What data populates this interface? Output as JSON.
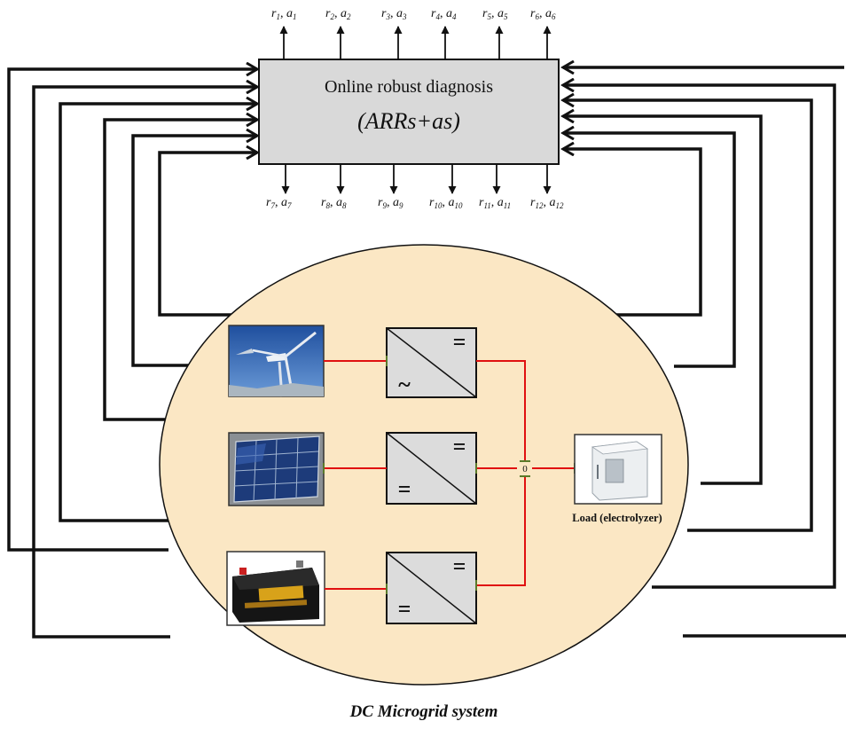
{
  "diagnosis_block": {
    "title": "Online robust diagnosis",
    "subtitle": "(ARRs+as)"
  },
  "output_signals_top": [
    {
      "r": "r",
      "ri": "1",
      "a": "a",
      "ai": "1"
    },
    {
      "r": "r",
      "ri": "2",
      "a": "a",
      "ai": "2"
    },
    {
      "r": "r",
      "ri": "3",
      "a": "a",
      "ai": "3"
    },
    {
      "r": "r",
      "ri": "4",
      "a": "a",
      "ai": "4"
    },
    {
      "r": "r",
      "ri": "5",
      "a": "a",
      "ai": "5"
    },
    {
      "r": "r",
      "ri": "6",
      "a": "a",
      "ai": "6"
    }
  ],
  "output_signals_bottom": [
    {
      "r": "r",
      "ri": "7",
      "a": "a",
      "ai": "7"
    },
    {
      "r": "r",
      "ri": "8",
      "a": "a",
      "ai": "8"
    },
    {
      "r": "r",
      "ri": "9",
      "a": "a",
      "ai": "9"
    },
    {
      "r": "r",
      "ri": "10",
      "a": "a",
      "ai": "10"
    },
    {
      "r": "r",
      "ri": "11",
      "a": "a",
      "ai": "11"
    },
    {
      "r": "r",
      "ri": "12",
      "a": "a",
      "ai": "12"
    }
  ],
  "converters": [
    {
      "out_symbol": "=",
      "in_symbol": "~"
    },
    {
      "out_symbol": "=",
      "in_symbol": "="
    },
    {
      "out_symbol": "=",
      "in_symbol": "="
    }
  ],
  "junction_label": "0",
  "load_label": "Load (electrolyzer)",
  "system_caption": "DC Microgrid system",
  "colors": {
    "block_fill": "#d9d9d9",
    "ellipse_fill": "#fbe7c4",
    "power_flow": "#e01010",
    "bond_end": "#5a7a2a"
  }
}
